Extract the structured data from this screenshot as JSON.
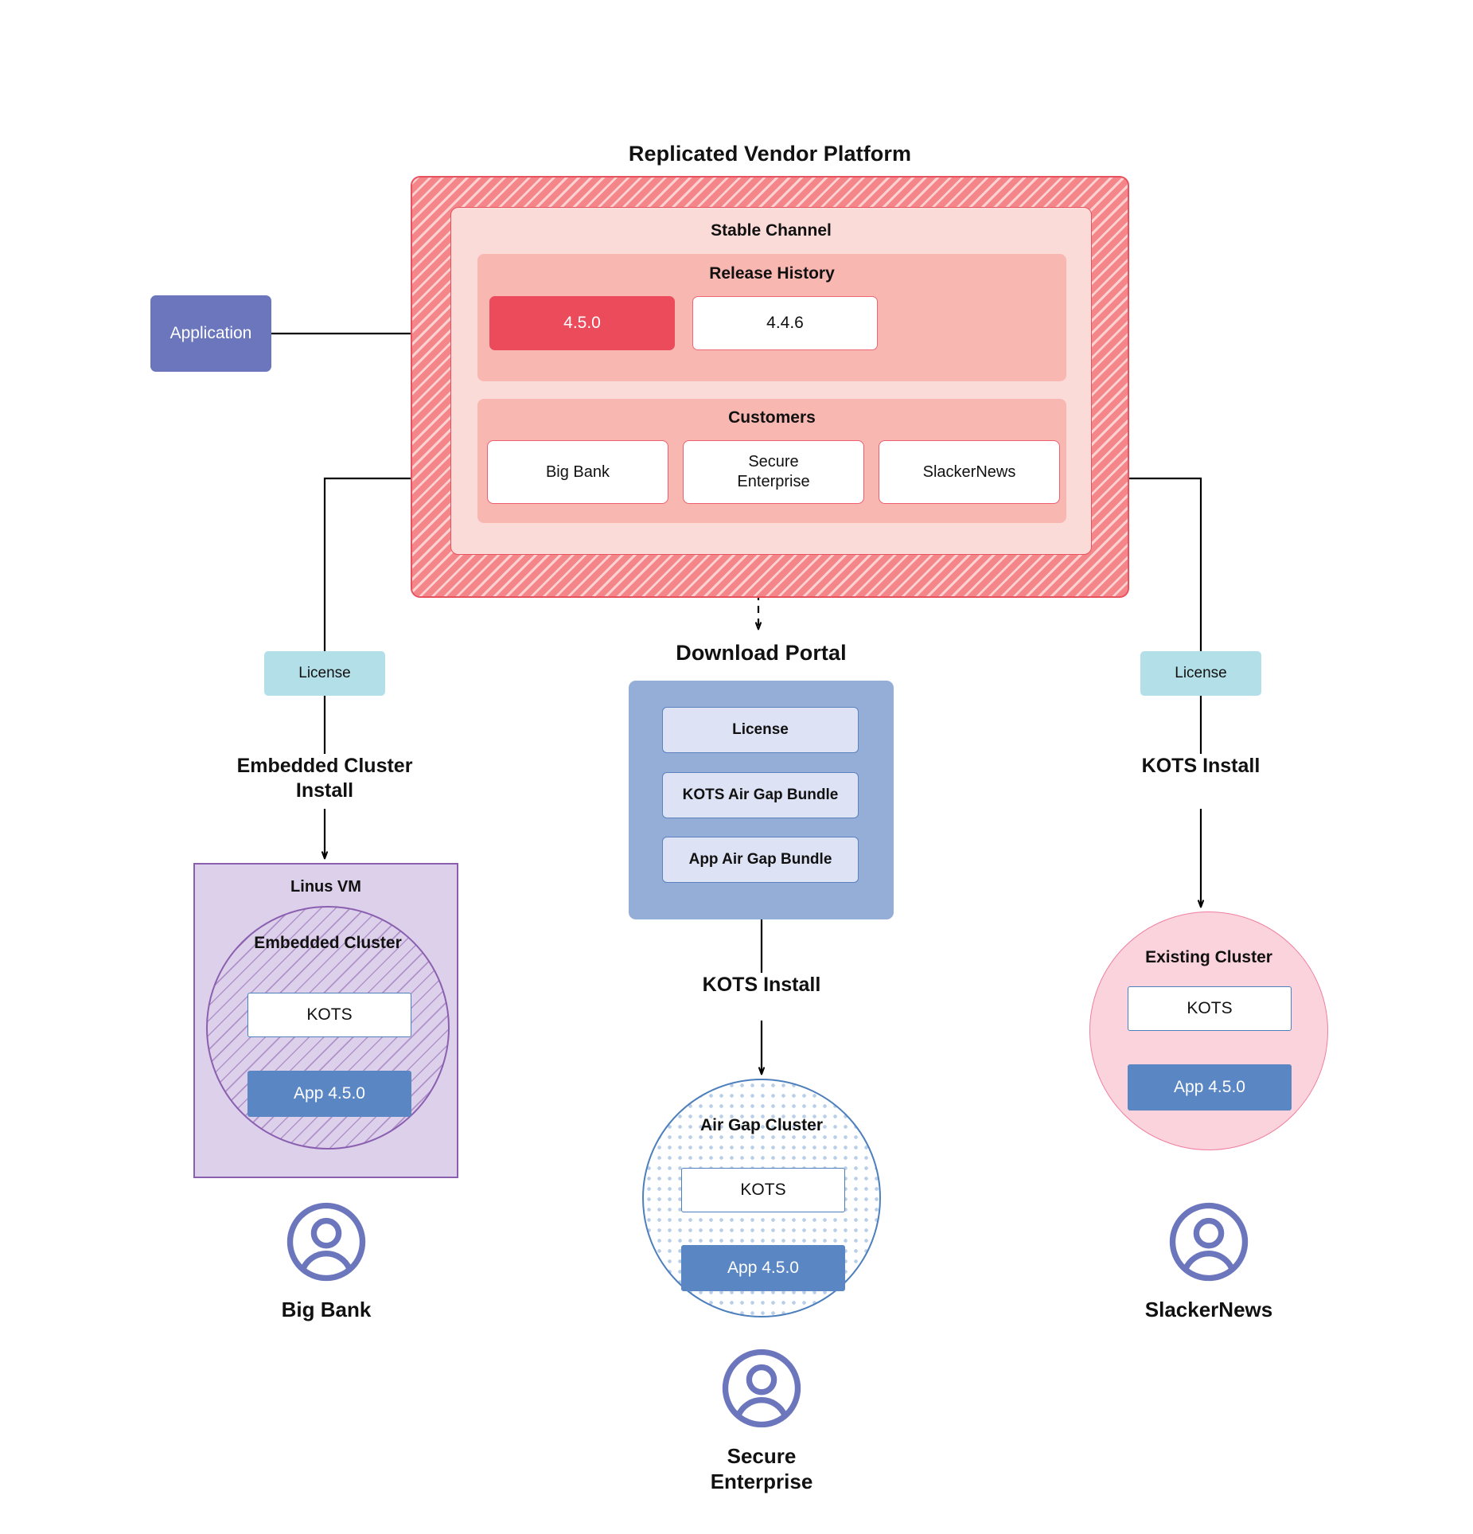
{
  "diagram": {
    "title": "Replicated Vendor Platform",
    "application": {
      "label": "Application"
    },
    "vendor_platform": {
      "stable_channel": {
        "label": "Stable Channel",
        "release_history": {
          "label": "Release History",
          "releases": [
            {
              "version": "4.5.0",
              "state": "current"
            },
            {
              "version": "4.4.6",
              "state": "previous"
            }
          ]
        },
        "customers": {
          "label": "Customers",
          "items": [
            {
              "name": "Big Bank"
            },
            {
              "name": "Secure\nEnterprise"
            },
            {
              "name": "SlackerNews"
            }
          ]
        }
      }
    },
    "left_branch": {
      "license_label": "License",
      "install_label": "Embedded Cluster\nInstall",
      "vm": {
        "label": "Linus VM",
        "cluster_label": "Embedded Cluster",
        "kots_label": "KOTS",
        "app_label": "App 4.5.0"
      },
      "customer_caption": "Big Bank"
    },
    "center_branch": {
      "portal_label": "Download  Portal",
      "portal_items": [
        {
          "label": "License"
        },
        {
          "label": "KOTS Air Gap Bundle"
        },
        {
          "label": "App Air Gap Bundle"
        }
      ],
      "install_label": "KOTS Install",
      "cluster": {
        "label": "Air Gap Cluster",
        "kots_label": "KOTS",
        "app_label": "App 4.5.0"
      },
      "customer_caption": "Secure\nEnterprise"
    },
    "right_branch": {
      "license_label": "License",
      "install_label": "KOTS Install",
      "cluster": {
        "label": "Existing Cluster",
        "kots_label": "KOTS",
        "app_label": "App 4.5.0"
      },
      "customer_caption": "SlackerNews"
    },
    "icons": {
      "avatar": "user-avatar-icon"
    },
    "colors": {
      "platform_red": "#ef5e6c",
      "release_current": "#ec4b5c",
      "application_purple": "#6b76bd",
      "license_teal": "#b3dfe8",
      "portal_blue": "#95aed8",
      "vm_purple": "#ddd0ea",
      "cluster_pink": "#fbd3dd",
      "app_blue": "#5a86c4"
    }
  }
}
